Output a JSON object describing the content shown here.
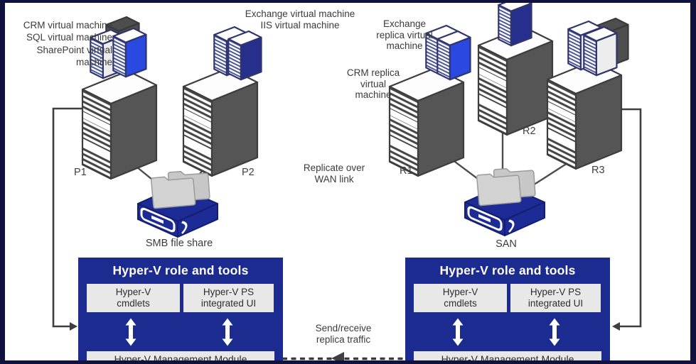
{
  "colors": {
    "navy_accent": "#1c2b8f",
    "storage_navy": "#1c2b96",
    "bright_blue_vm": "#2a49e0",
    "dark_navy_vm": "#272f8c",
    "server_gray": "#555555",
    "frame": "#10123d"
  },
  "primary_site": {
    "p1_label": "P1",
    "p2_label": "P2",
    "p1_vm_labels": [
      "CRM virtual machine",
      "SQL virtual machine",
      "SharePoint virtual machine"
    ],
    "p2_vm_labels": [
      "Exchange virtual machine",
      "IIS virtual machine"
    ],
    "storage_label": "SMB file share"
  },
  "replica_site": {
    "r1_label": "R1",
    "r2_label": "R2",
    "r3_label": "R3",
    "r1_vm_labels": [
      "Exchange replica virtual machine",
      "CRM replica virtual machine"
    ],
    "storage_label": "SAN"
  },
  "annotations": {
    "wan_link": "Replicate over WAN link",
    "replica_traffic": "Send/receive replica traffic"
  },
  "hyperv": {
    "title": "Hyper-V role and tools",
    "cmdlets": "Hyper-V cmdlets",
    "ps_integrated_ui": "Hyper-V PS integrated UI",
    "management_module": "Hyper-V Management Module"
  }
}
